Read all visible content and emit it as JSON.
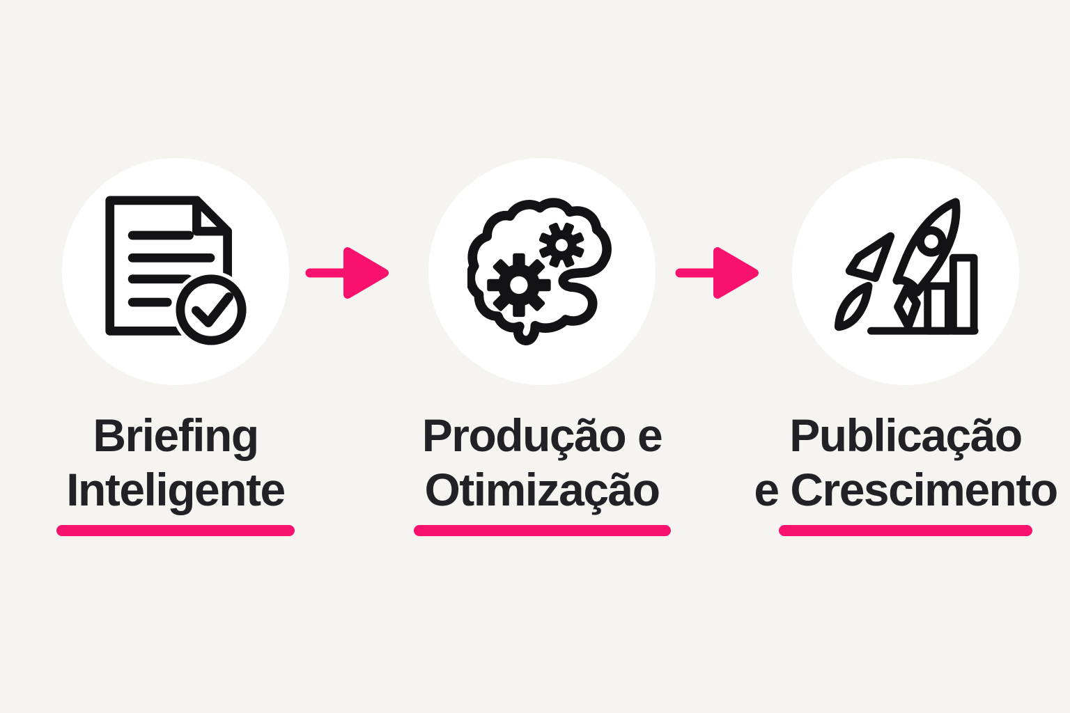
{
  "diagram": {
    "type": "process-flow",
    "language": "pt-BR",
    "theme": {
      "background_color": "#F6F4F1",
      "halo_color": "#FFFFFF",
      "accent_pink": "#F9126D",
      "text_color": "#222226",
      "icon_color": "#131316"
    },
    "steps": [
      {
        "icon": "document-check-icon",
        "label_line1": "Briefing",
        "label_line2": "Inteligente"
      },
      {
        "icon": "brain-gears-icon",
        "label_line1": "Produção e",
        "label_line2": "Otimização"
      },
      {
        "icon": "rocket-growth-icon",
        "label_line1": "Publicação",
        "label_line2": "e Crescimento"
      }
    ],
    "connectors": [
      {
        "name": "arrow-1",
        "direction": "right"
      },
      {
        "name": "arrow-2",
        "direction": "right"
      }
    ]
  }
}
